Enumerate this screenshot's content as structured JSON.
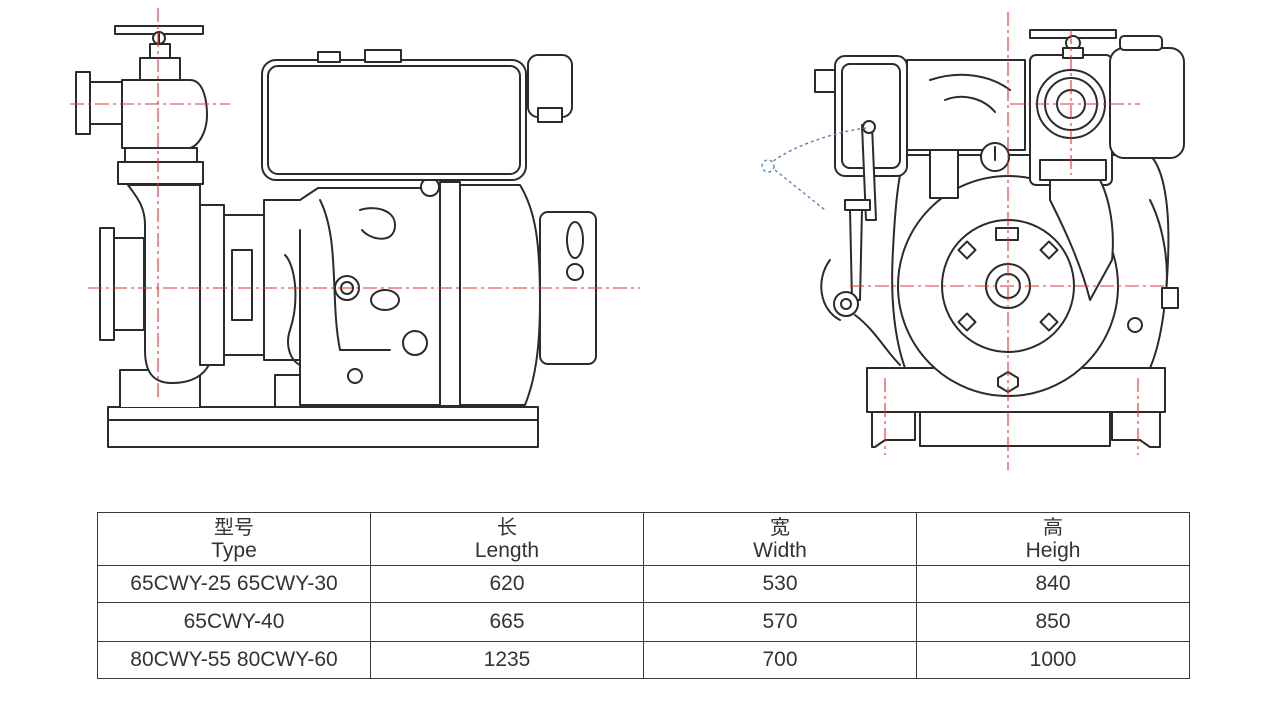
{
  "figure": {
    "side_view_icon": "pump-side-view-drawing",
    "front_view_icon": "pump-front-view-drawing",
    "line_color": "#2b2b2b",
    "centerline_color": "#e0303a",
    "swing_color": "#5b7fb8"
  },
  "table": {
    "headers": [
      {
        "zh": "型号",
        "en": "Type"
      },
      {
        "zh": "长",
        "en": "Length"
      },
      {
        "zh": "宽",
        "en": "Width"
      },
      {
        "zh": "高",
        "en": "Heigh"
      }
    ],
    "rows": [
      [
        "65CWY-25 65CWY-30",
        "620",
        "530",
        "840"
      ],
      [
        "65CWY-40",
        "665",
        "570",
        "850"
      ],
      [
        "80CWY-55 80CWY-60",
        "1235",
        "700",
        "1000"
      ]
    ]
  }
}
